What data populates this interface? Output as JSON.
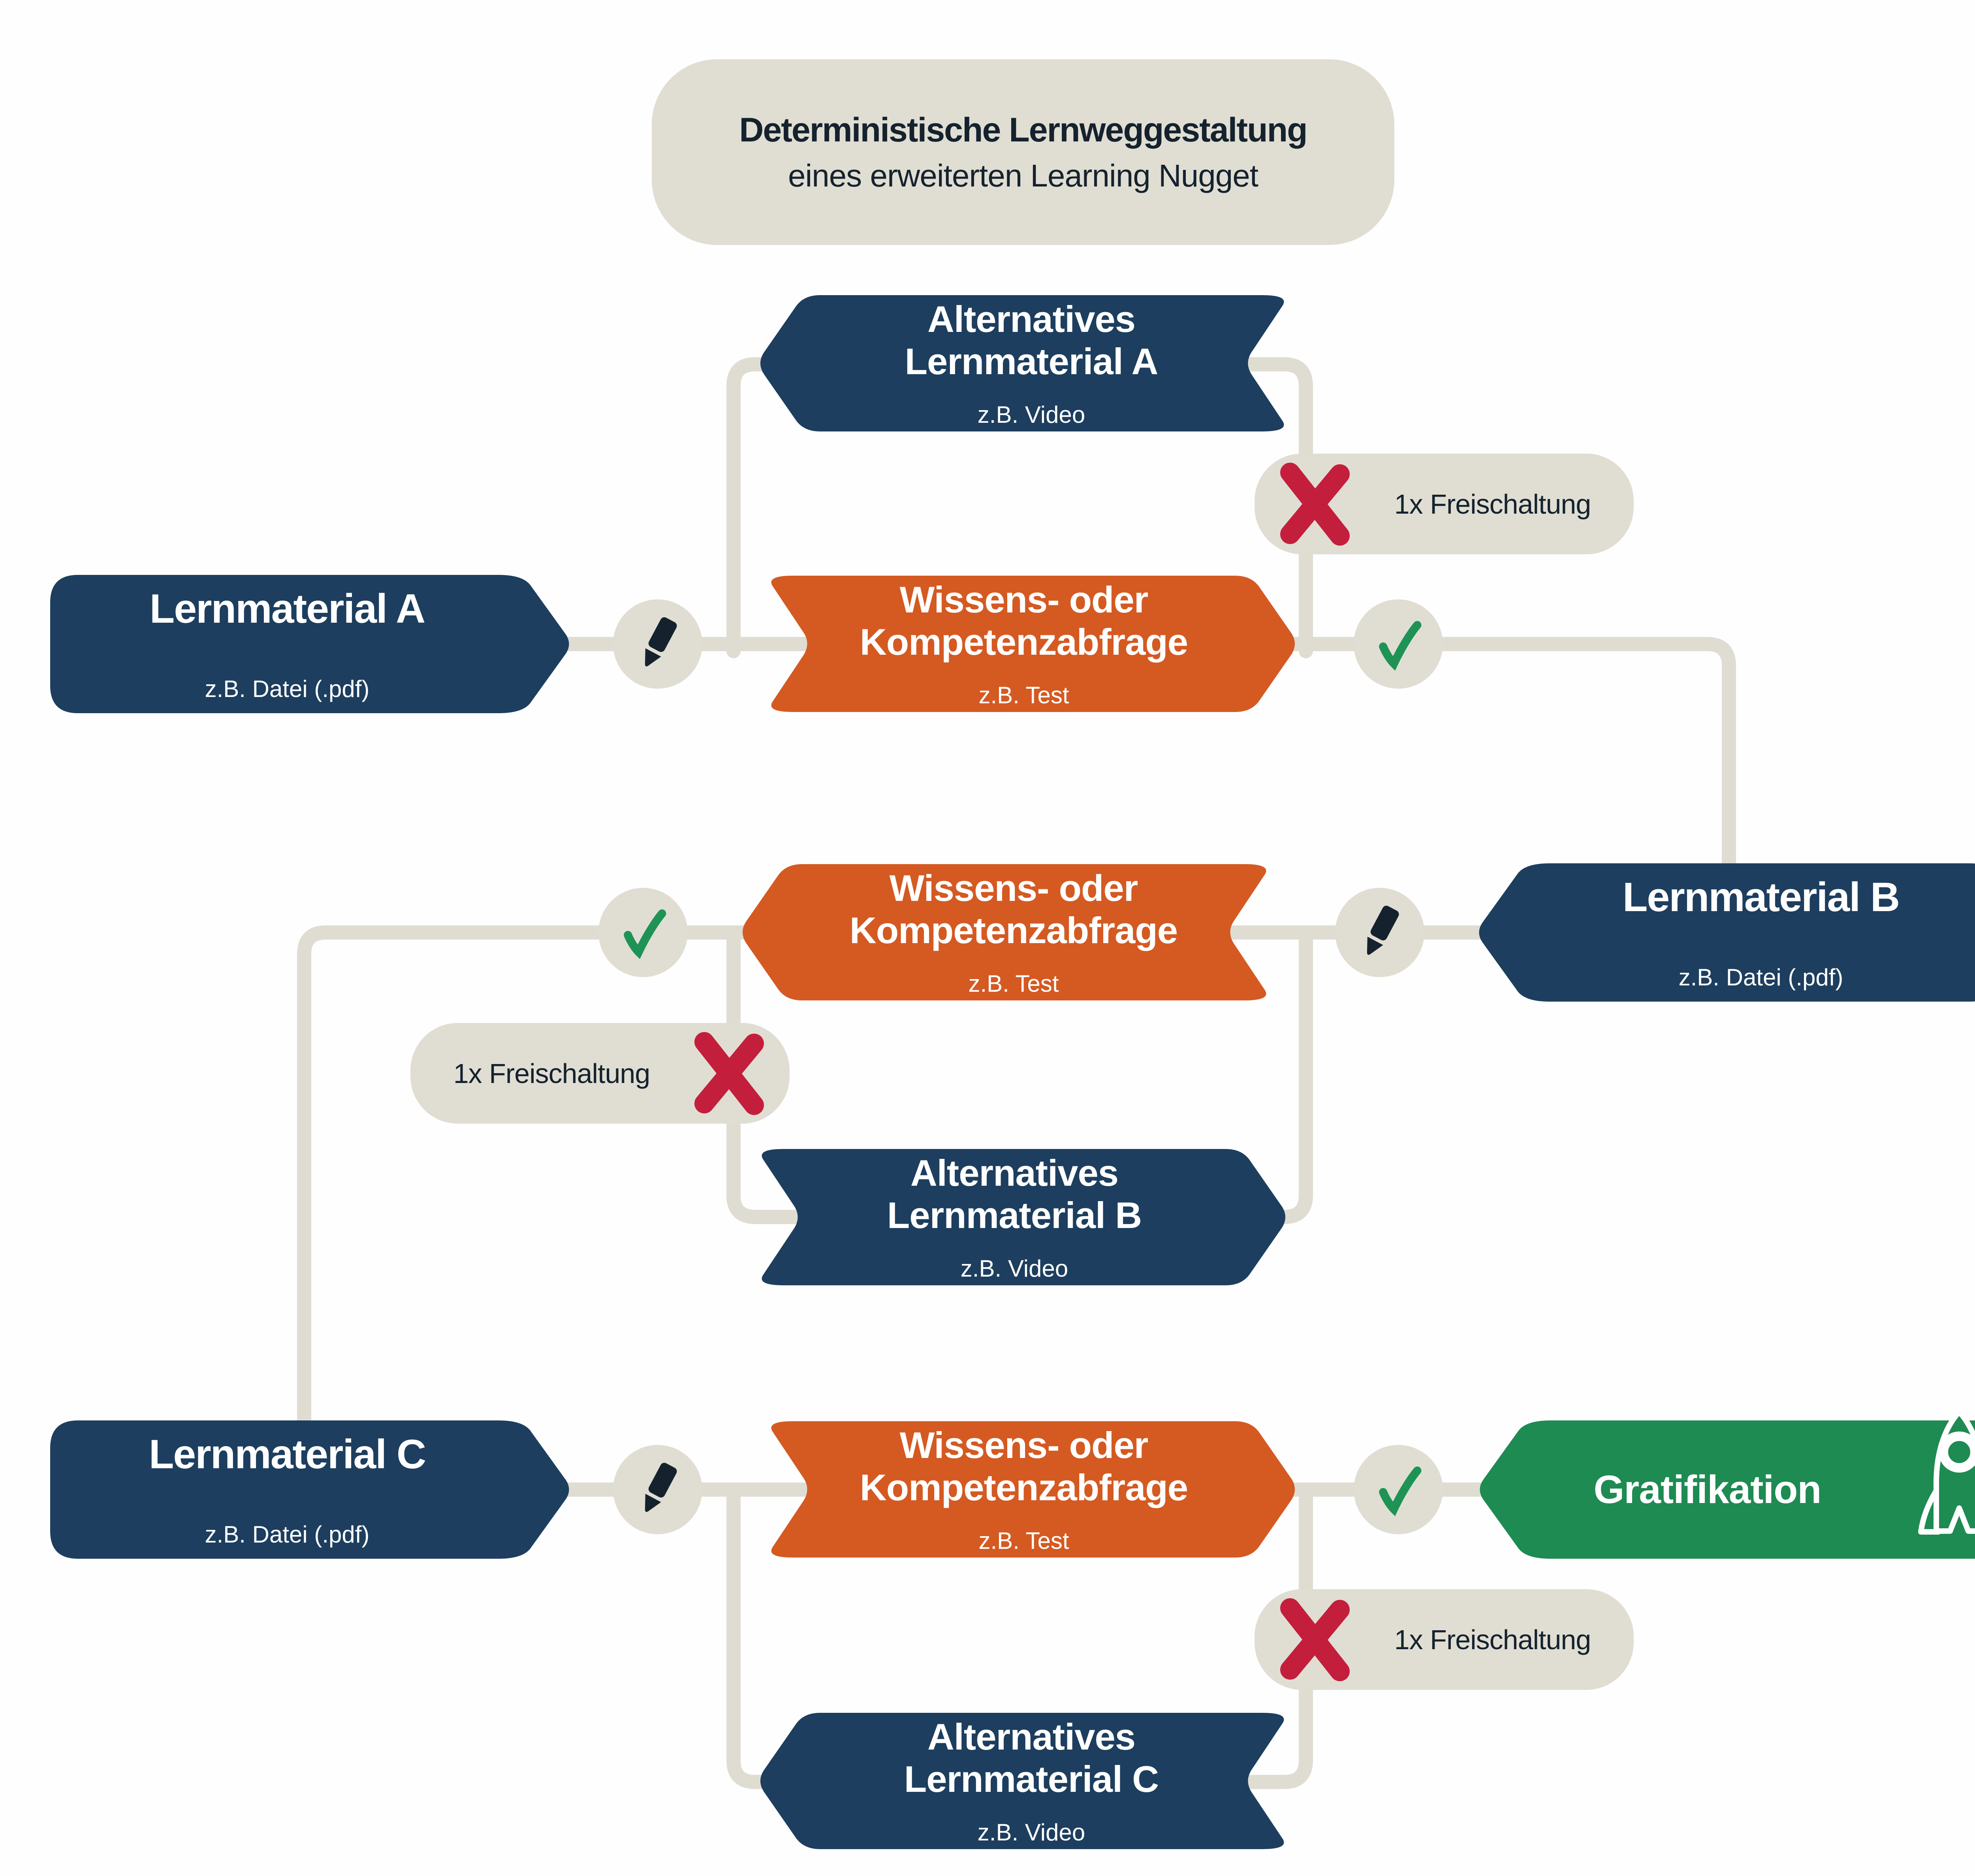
{
  "title": {
    "line1": "Deterministische Lernweggestaltung",
    "line2": "eines erweiterten Learning Nugget"
  },
  "nodes": {
    "lernmaterial_a": {
      "title": "Lernmaterial A",
      "subtitle": "z.B. Datei (.pdf)"
    },
    "alternatives_a": {
      "line1": "Alternatives",
      "line2": "Lernmaterial A",
      "subtitle": "z.B. Video"
    },
    "test_a": {
      "line1": "Wissens- oder",
      "line2": "Kompetenzabfrage",
      "subtitle": "z.B. Test"
    },
    "lernmaterial_b": {
      "title": "Lernmaterial B",
      "subtitle": "z.B. Datei (.pdf)"
    },
    "test_b": {
      "line1": "Wissens- oder",
      "line2": "Kompetenzabfrage",
      "subtitle": "z.B. Test"
    },
    "alternatives_b": {
      "line1": "Alternatives",
      "line2": "Lernmaterial B",
      "subtitle": "z.B. Video"
    },
    "lernmaterial_c": {
      "title": "Lernmaterial C",
      "subtitle": "z.B. Datei (.pdf)"
    },
    "test_c": {
      "line1": "Wissens- oder",
      "line2": "Kompetenzabfrage",
      "subtitle": "z.B. Test"
    },
    "alternatives_c": {
      "line1": "Alternatives",
      "line2": "Lernmaterial C",
      "subtitle": "z.B. Video"
    },
    "gratifikation": {
      "title": "Gratifikation"
    }
  },
  "badges": {
    "unlock_a": {
      "label": "1x Freischaltung"
    },
    "unlock_b": {
      "label": "1x Freischaltung"
    },
    "unlock_c": {
      "label": "1x Freischaltung"
    }
  },
  "icons": {
    "pencil": "pencil-icon",
    "check": "check-icon",
    "cross": "cross-icon",
    "rocket": "rocket-icon"
  },
  "colors": {
    "navy": "#1d3e5e",
    "orange": "#d45a22",
    "green": "#1e8b52",
    "beige": "#e0ded3",
    "line": "#dfddd2",
    "red": "#c41e3d",
    "check": "#1e9355",
    "text_dark": "#15222e",
    "bg": "#fefefe"
  }
}
